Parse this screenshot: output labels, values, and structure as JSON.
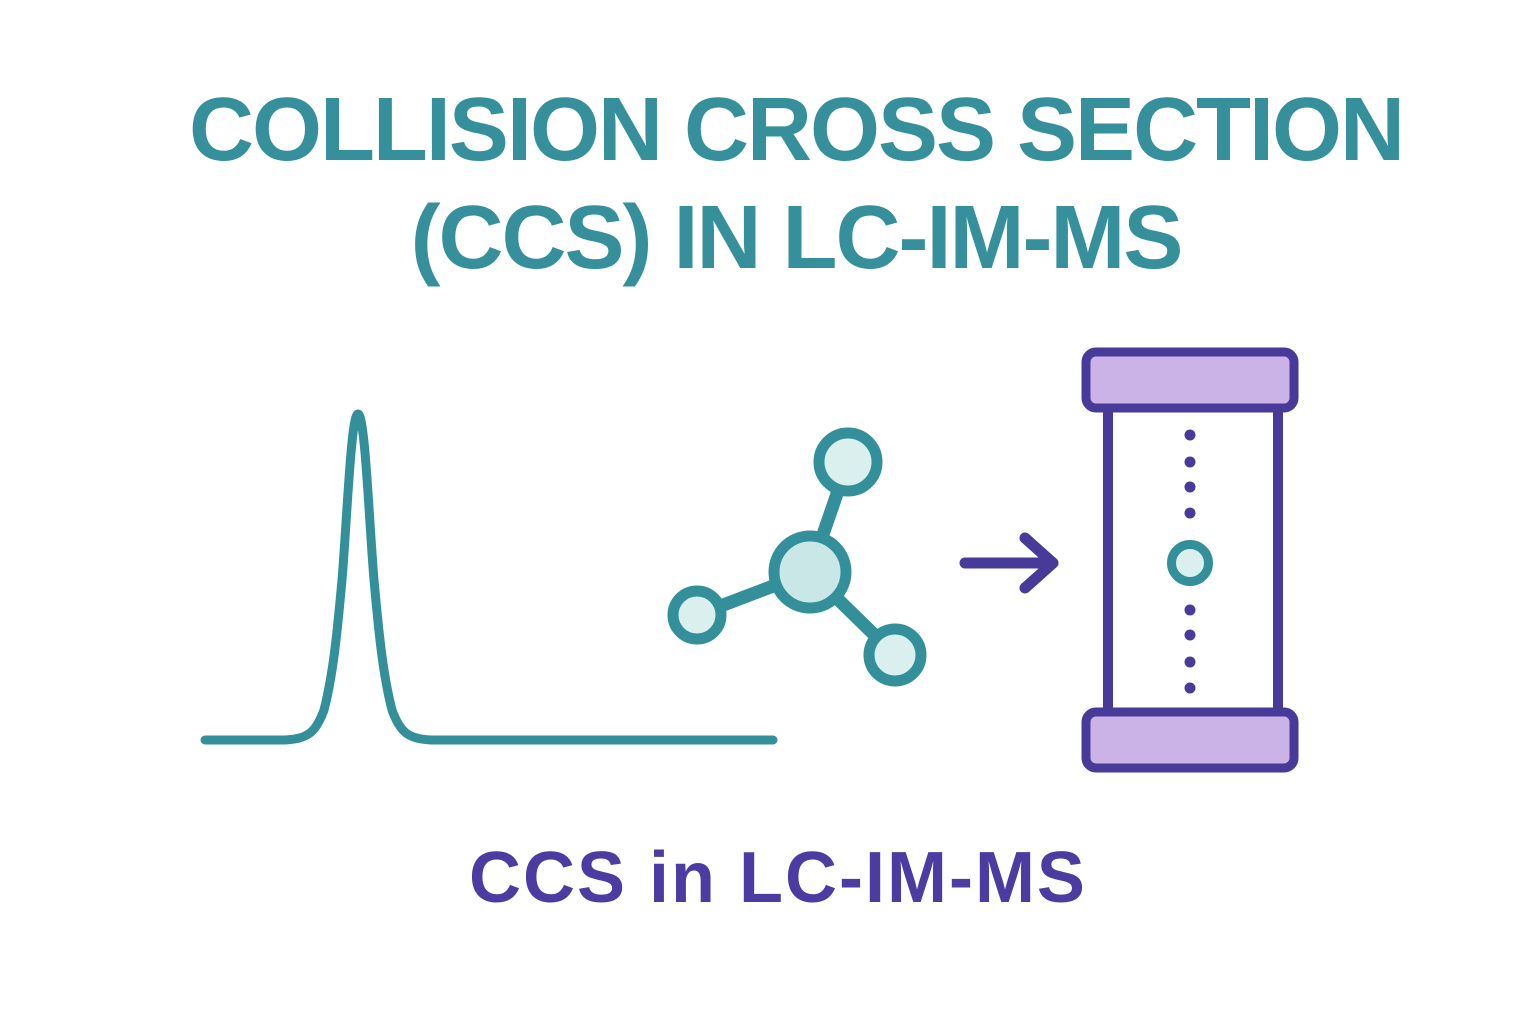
{
  "title": {
    "line1": "COLLISION CROSS SECTION",
    "line2": "(CCS) IN LC-IM-MS"
  },
  "caption": {
    "text": "CCS in LC-IM-MS"
  },
  "colors": {
    "background": "#ffffff",
    "teal": "#33909b",
    "teal_fill": "#c9e7e6",
    "teal_fill_light": "#d9f0ef",
    "purple": "#483a98",
    "purple_fill": "#cbb2e7",
    "title_color": "#35909c",
    "caption_color": "#4c3ba0"
  },
  "icons": [
    {
      "name": "chromatogram-peak-icon"
    },
    {
      "name": "molecule-icon"
    },
    {
      "name": "arrow-right-icon"
    },
    {
      "name": "drift-tube-icon"
    }
  ]
}
